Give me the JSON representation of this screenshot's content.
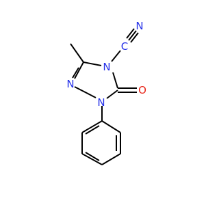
{
  "colors": {
    "carbon": "#000000",
    "nitrogen": "#2430e8",
    "oxygen": "#e8271b",
    "background": "#ffffff"
  },
  "atoms": {
    "n_nitrile": {
      "label": "N",
      "element": "nitrogen"
    },
    "c_nitrile": {
      "label": "C",
      "element": "nitrogen"
    },
    "n4": {
      "label": "N",
      "element": "nitrogen"
    },
    "n2": {
      "label": "N",
      "element": "nitrogen"
    },
    "n1": {
      "label": "N",
      "element": "nitrogen"
    },
    "o": {
      "label": "O",
      "element": "oxygen"
    }
  }
}
